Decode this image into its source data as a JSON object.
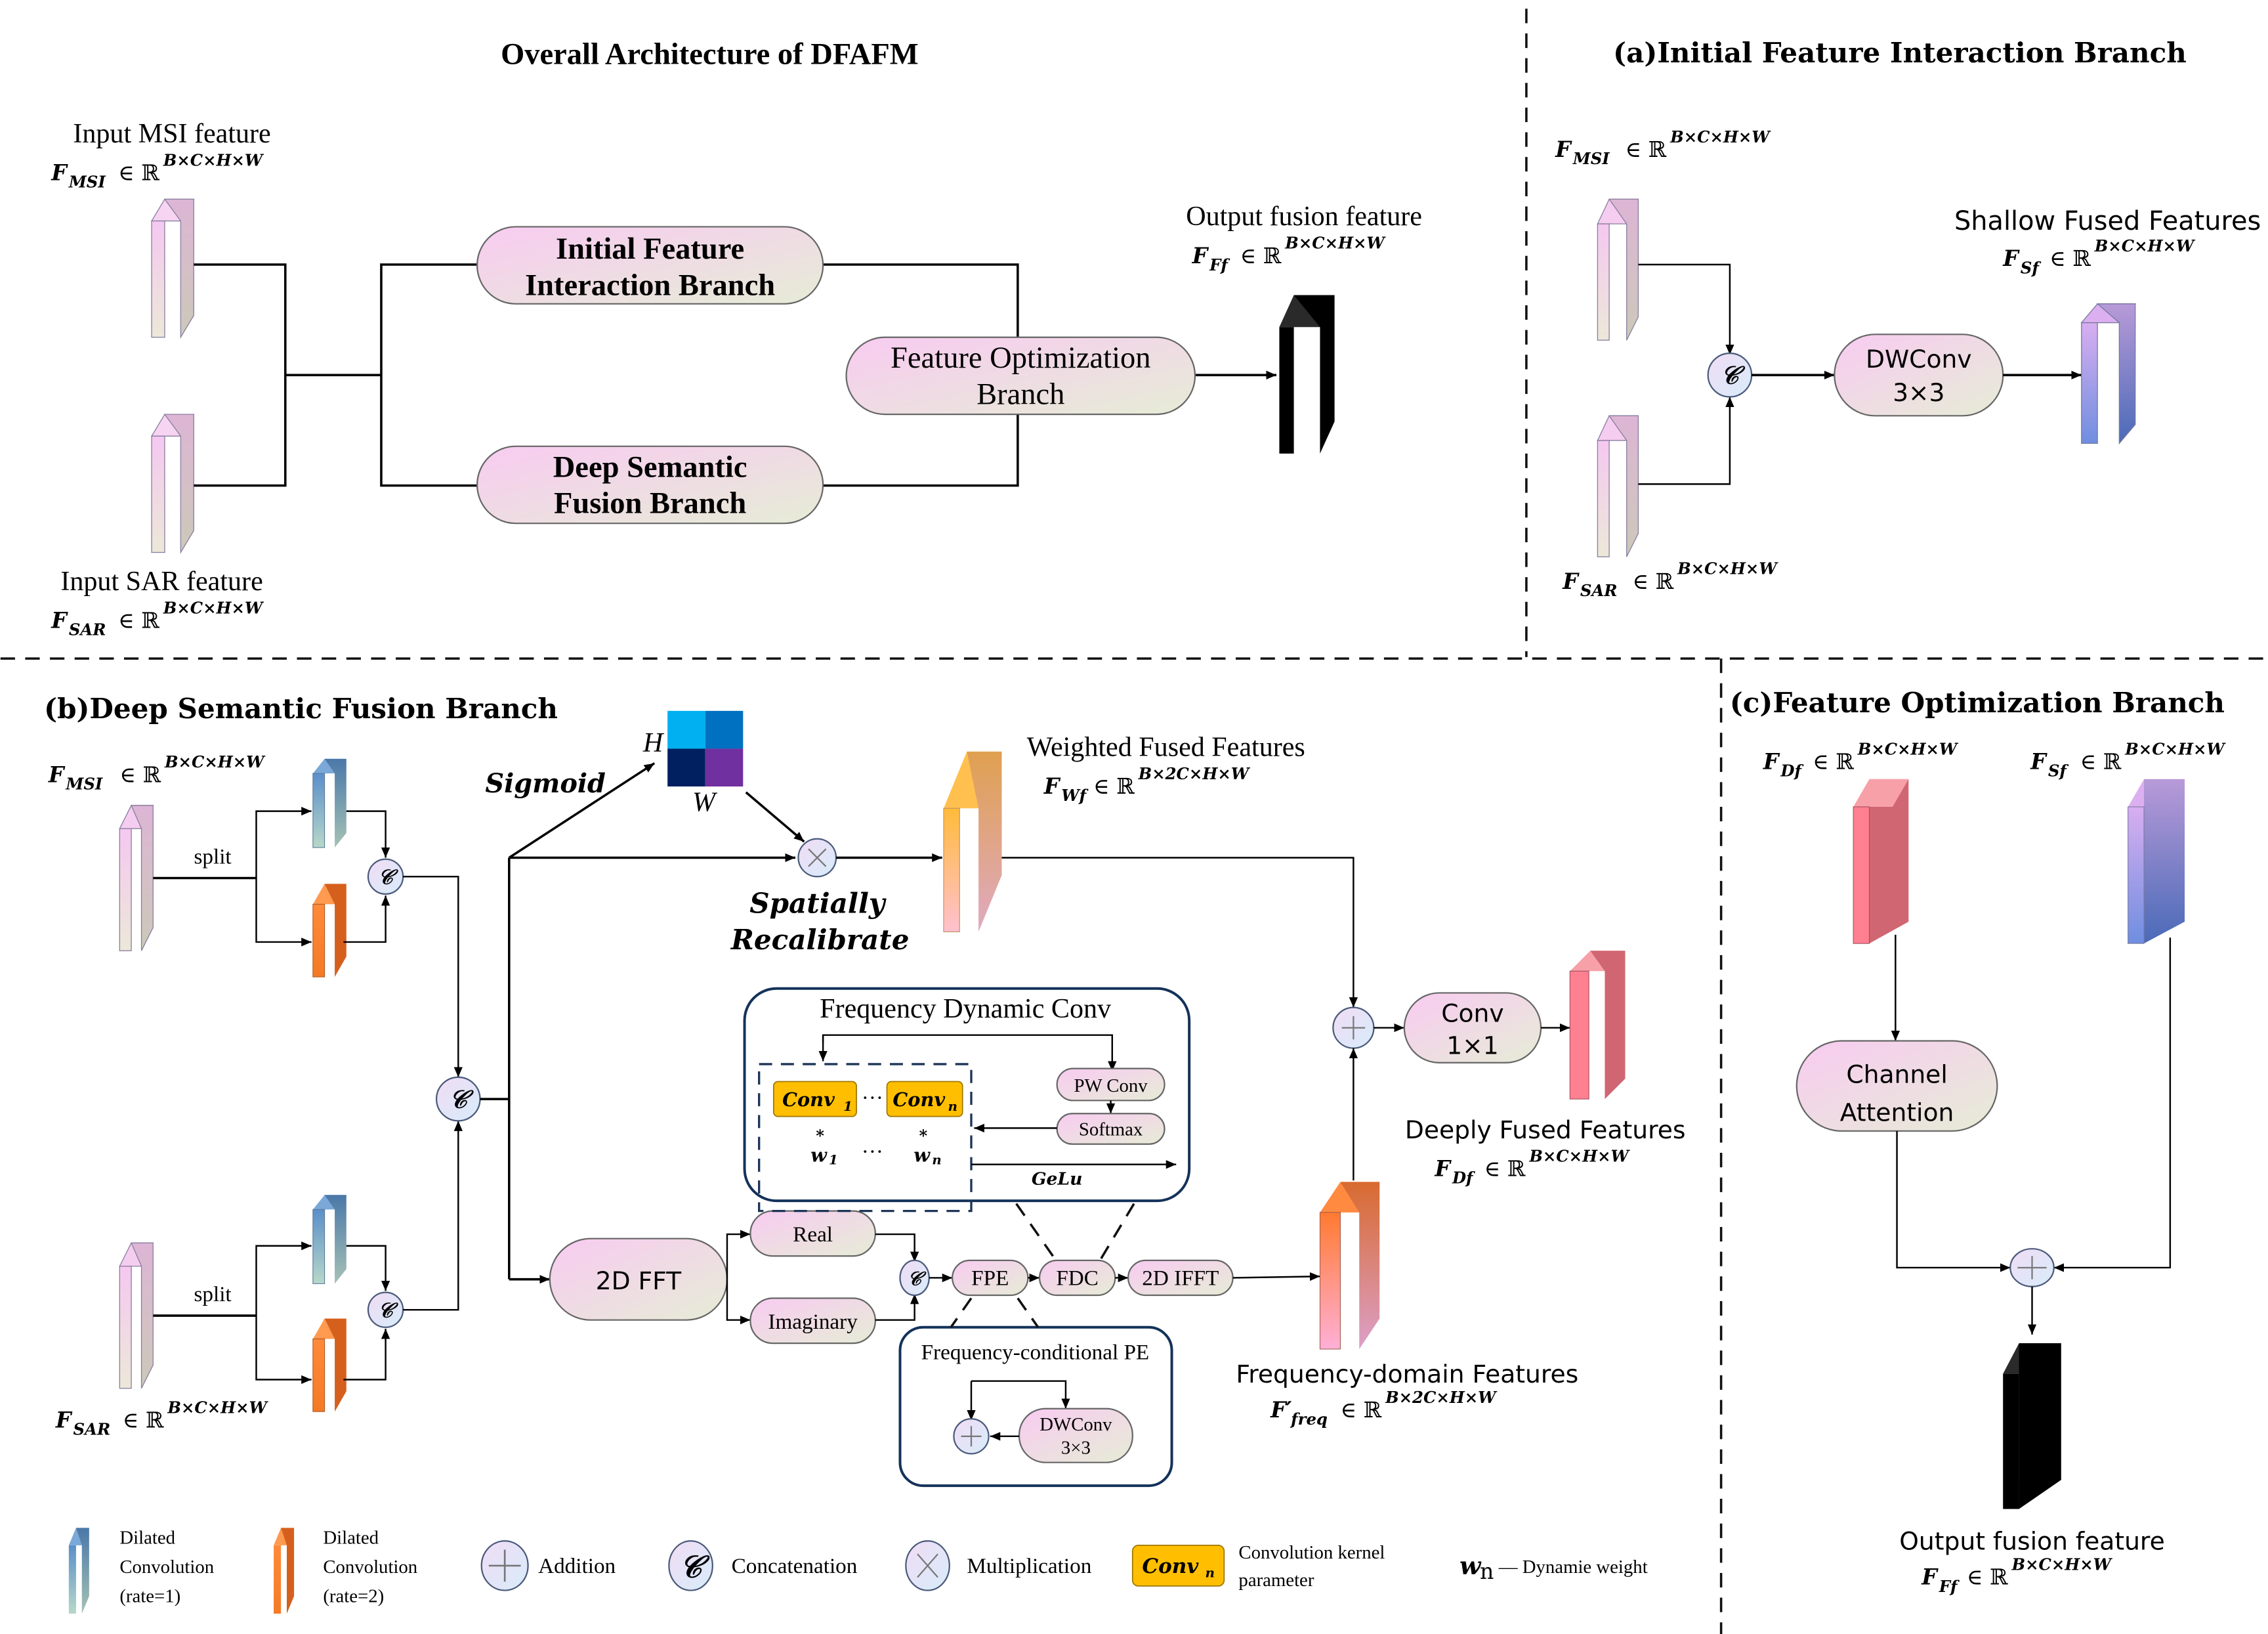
{
  "overall": {
    "title": "Overall Architecture of DFAFM",
    "input_msi_label": "Input MSI feature",
    "input_msi_symbol": "F",
    "input_msi_sub": "MSI",
    "input_sar_label": "Input SAR feature",
    "input_sar_symbol": "F",
    "input_sar_sub": "SAR",
    "dims": "B×C×H×W",
    "set_symbol": "∈ ℝ",
    "ifib_line1": "Initial Feature",
    "ifib_line2": "Interaction Branch",
    "dsfb_line1": "Deep Semantic",
    "dsfb_line2": "Fusion Branch",
    "fob_line1": "Feature Optimization",
    "fob_line2": "Branch",
    "output_label": "Output fusion feature",
    "output_sub": "Ff"
  },
  "panel_a": {
    "title": "(a)Initial Feature Interaction Branch",
    "msi_sub": "MSI",
    "sar_sub": "SAR",
    "concat_glyph": "𝒞",
    "dwconv_line1": "DWConv",
    "dwconv_line2": "3×3",
    "shallow_label": "Shallow Fused Features",
    "shallow_sub": "Sf"
  },
  "panel_b": {
    "title": "(b)Deep Semantic Fusion Branch",
    "msi_sub": "MSI",
    "sar_sub": "SAR",
    "split_label": "split",
    "sigmoid_label": "Sigmoid",
    "heatmap_h": "H",
    "heatmap_w": "W",
    "heatmap_colors": [
      "#00b0f0",
      "#0070c0",
      "#002060",
      "#7030a0"
    ],
    "spatially_line1": "Spatially",
    "spatially_line2": "Recalibrate",
    "weighted_label": "Weighted Fused Features",
    "weighted_sub": "Wf",
    "dims_2c": "B×2C×H×W",
    "fft_label": "2D   FFT",
    "real_label": "Real",
    "imag_label": "Imaginary",
    "fpe_label": "FPE",
    "fdc_label": "FDC",
    "ifft_label": "2D IFFT",
    "fdc_box_title": "Frequency Dynamic Conv",
    "conv1_label": "Conv",
    "conv1_sub": "1",
    "convn_label": "Conv",
    "convn_sub": "n",
    "ellipsis": "···",
    "star": "*",
    "w1": "w",
    "w1_sub": "1",
    "wn": "w",
    "wn_sub": "n",
    "pwconv_label": "PW Conv",
    "softmax_label": "Softmax",
    "gelu_label": "GeLu",
    "fpe_box_title": "Frequency-conditional PE",
    "fpe_dwconv_line1": "DWConv",
    "fpe_dwconv_line2": "3×3",
    "conv1x1_line1": "Conv",
    "conv1x1_line2": "1×1",
    "deep_label": "Deeply Fused Features",
    "deep_sub": "Df",
    "freq_label": "Frequency-domain Features",
    "freq_symbol": "F′",
    "freq_sub": "freq"
  },
  "panel_c": {
    "title": "(c)Feature Optimization Branch",
    "df_sub": "Df",
    "sf_sub": "Sf",
    "ca_line1": "Channel",
    "ca_line2": "Attention",
    "output_label": "Output fusion feature",
    "output_sub": "Ff"
  },
  "legend": {
    "dil1_line1": "Dilated",
    "dil1_line2": "Convolution",
    "dil1_line3": "(rate=1)",
    "dil2_line1": "Dilated",
    "dil2_line2": "Convolution",
    "dil2_line3": "(rate=2)",
    "addition": "Addition",
    "concatenation": "Concatenation",
    "multiplication": "Multiplication",
    "convk_label": "Conv",
    "convk_sub": "n",
    "convk_desc_line1": "Convolution kernel",
    "convk_desc_line2": "parameter",
    "weight_symbol": "w",
    "weight_sub": "n",
    "weight_desc": "— Dynamie weight"
  },
  "colors": {
    "msi_slab": "#f3c6ee",
    "blue_slab": "#6ea0d0",
    "orange_slab": "#f47c2c",
    "pink_slab": "#f47a8a",
    "purple_slab": "#c9a0ee",
    "conv_kernel": "#ffbf00"
  }
}
